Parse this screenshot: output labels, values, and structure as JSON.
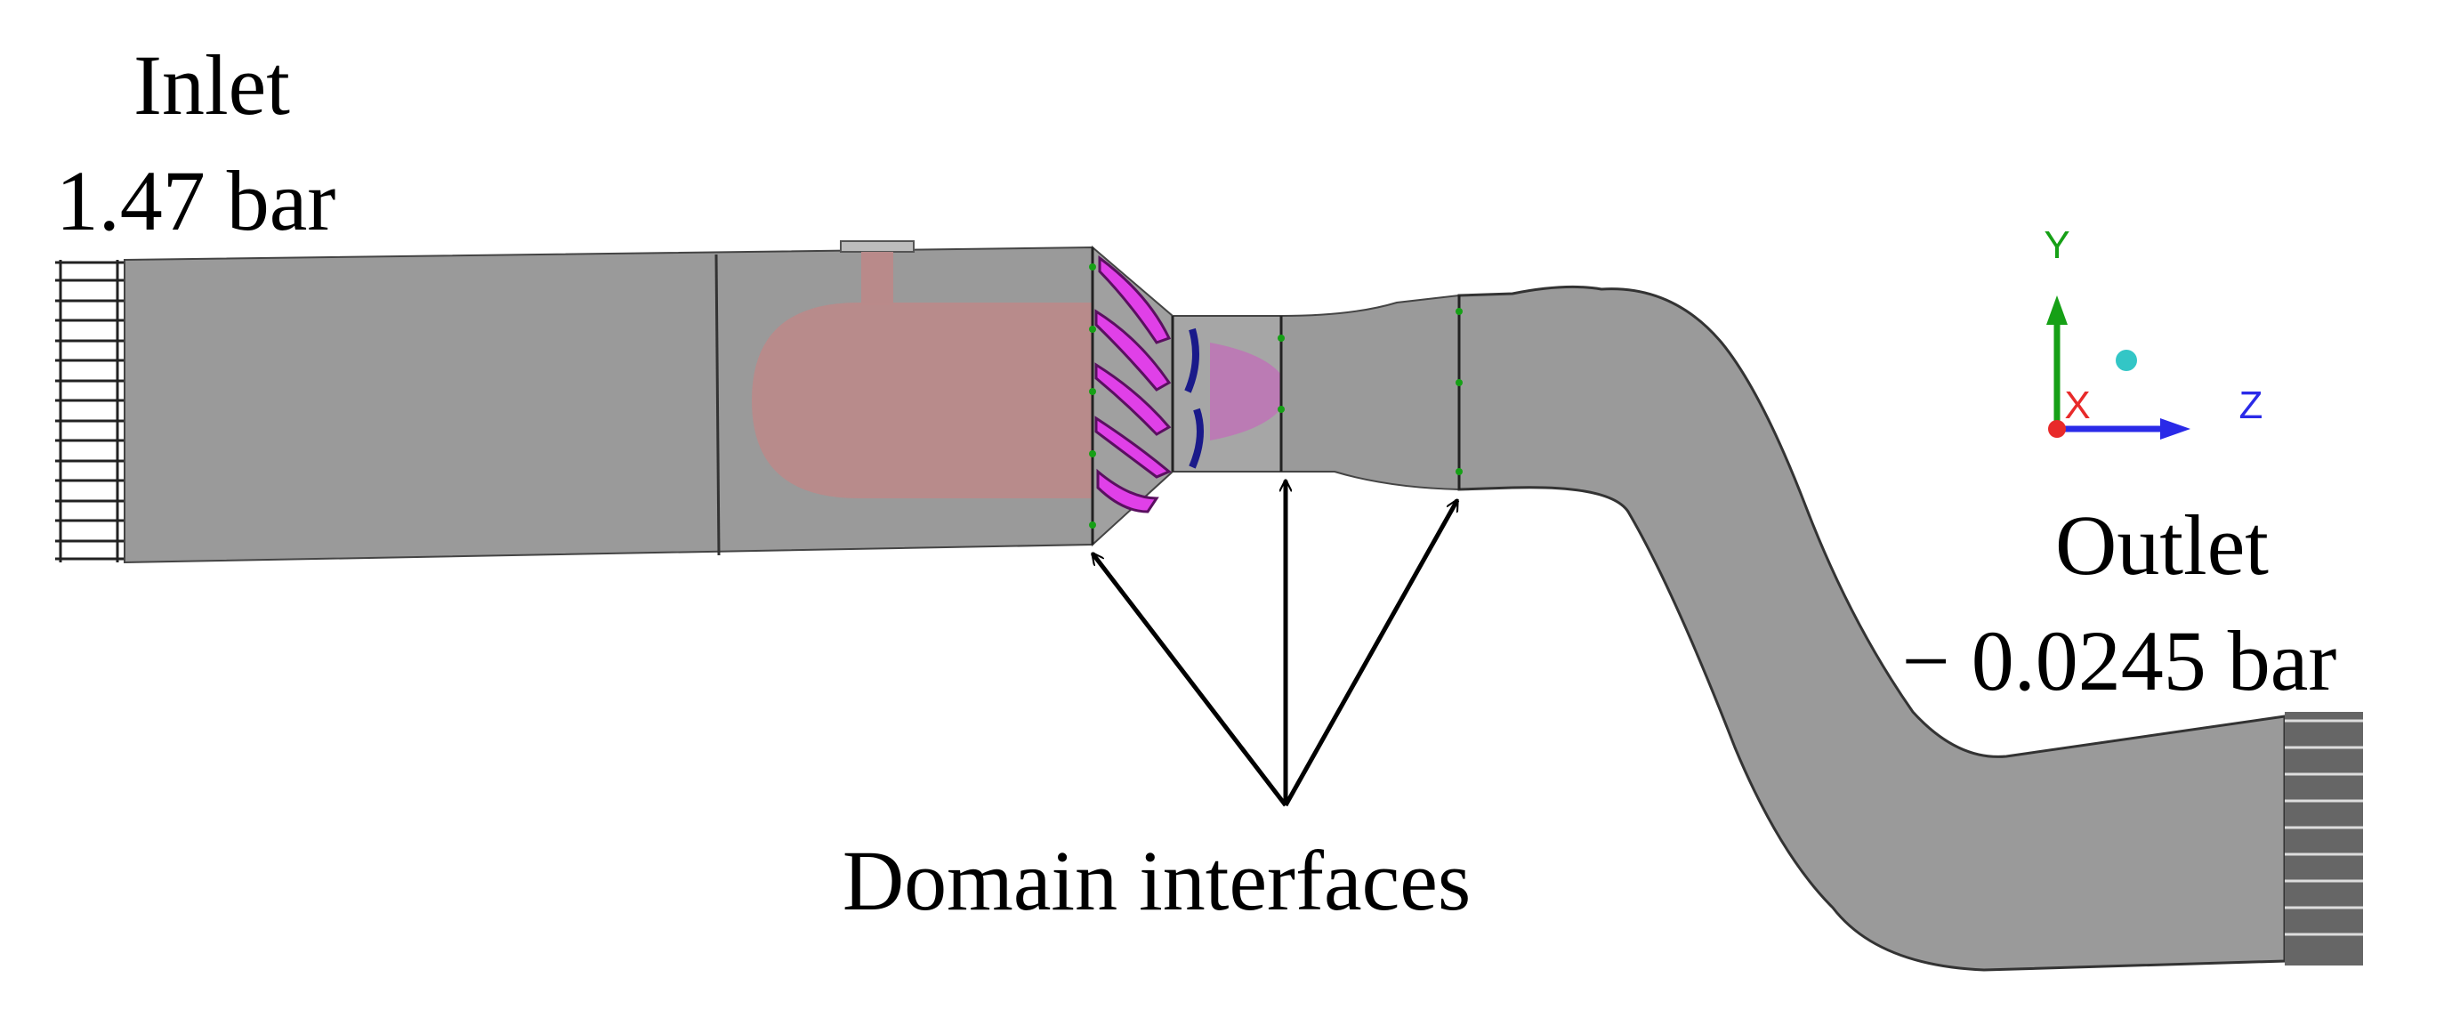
{
  "labels": {
    "inlet_title": "Inlet",
    "inlet_value": "1.47 bar",
    "outlet_title": "Outlet",
    "outlet_value": "− 0.0245 bar",
    "interfaces": "Domain interfaces"
  },
  "axes": {
    "y": "Y",
    "z": "Z",
    "x": "X"
  },
  "colors": {
    "duct": "#9a9a9a",
    "runner": "#c070b8",
    "guide_vanes": "#e040e8",
    "axis_y": "#16a016",
    "axis_z": "#2a2ae8",
    "axis_x": "#e82a2a",
    "axis_dot": "#33c6c6"
  }
}
